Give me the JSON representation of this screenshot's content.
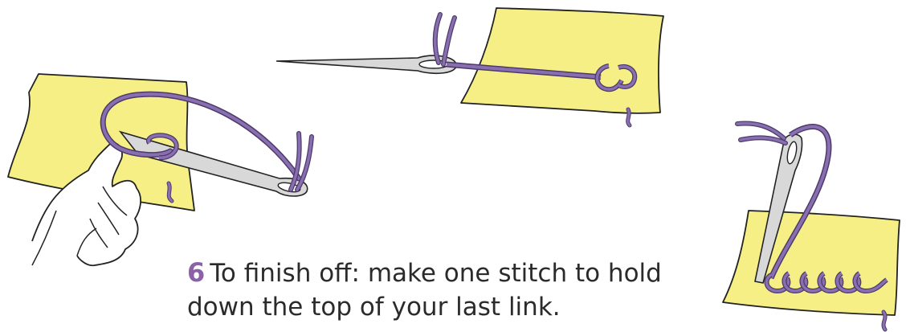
{
  "colors": {
    "fabric": "#f6ef86",
    "thread": "#8a6fb0",
    "thread_dark": "#4b3a6a",
    "needle": "#d8d8d8",
    "outline": "#222222",
    "step_number": "#8b62a8"
  },
  "instruction": {
    "step_number": "6",
    "line1": "To finish off: make one stitch to hold",
    "line2": "down the top of your last link."
  },
  "illustrations": [
    {
      "name": "hand-pulling-needle-through-fabric"
    },
    {
      "name": "needle-threaded-through-chain-link"
    },
    {
      "name": "needle-stitching-over-last-link"
    }
  ]
}
